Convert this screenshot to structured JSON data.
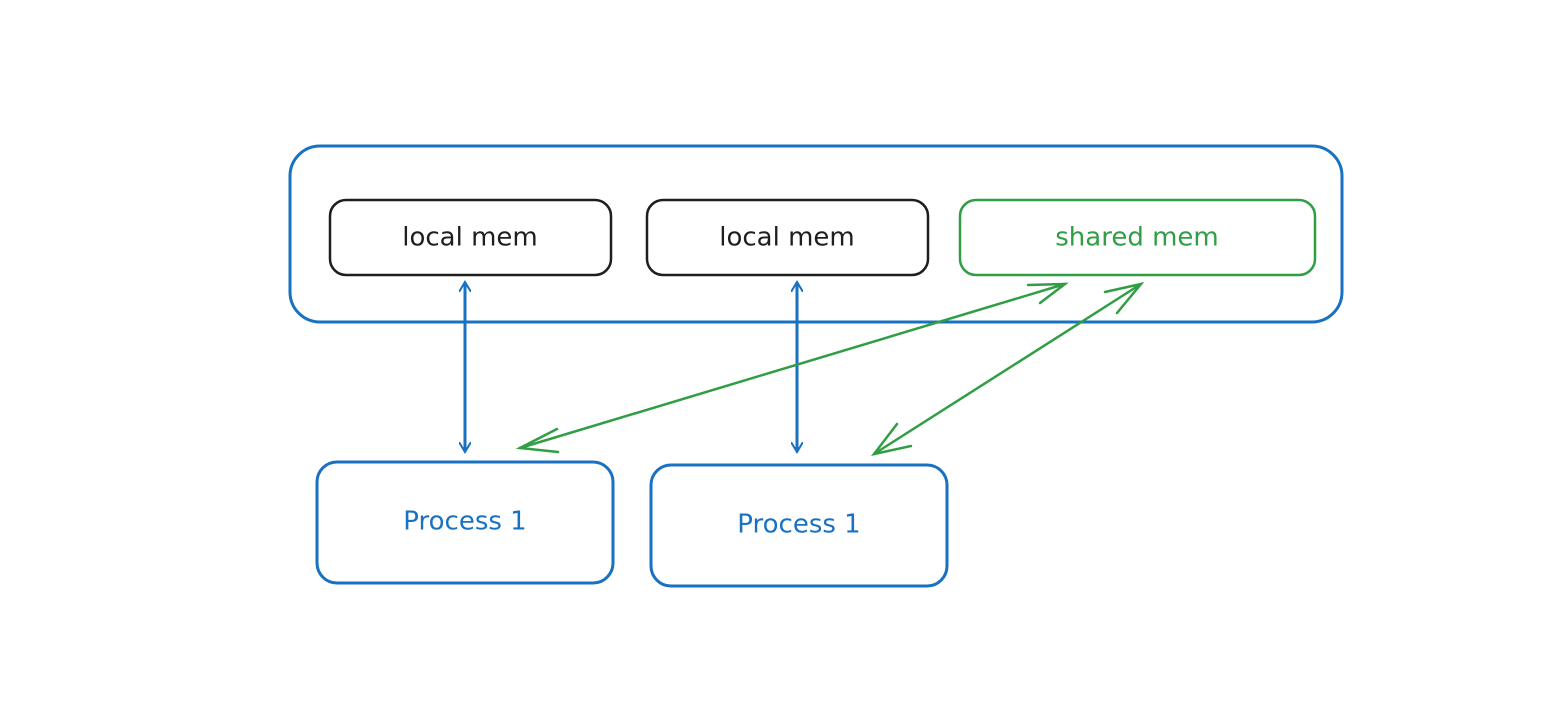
{
  "colors": {
    "blue": "#1971c2",
    "dark": "#1e1e1e",
    "green": "#2f9e44",
    "background": "#ffffff"
  },
  "nodes": {
    "local_mem_1": {
      "label": "local mem"
    },
    "local_mem_2": {
      "label": "local mem"
    },
    "shared_mem": {
      "label": "shared mem"
    },
    "process_a": {
      "label": "Process 1"
    },
    "process_b": {
      "label": "Process 1"
    }
  }
}
